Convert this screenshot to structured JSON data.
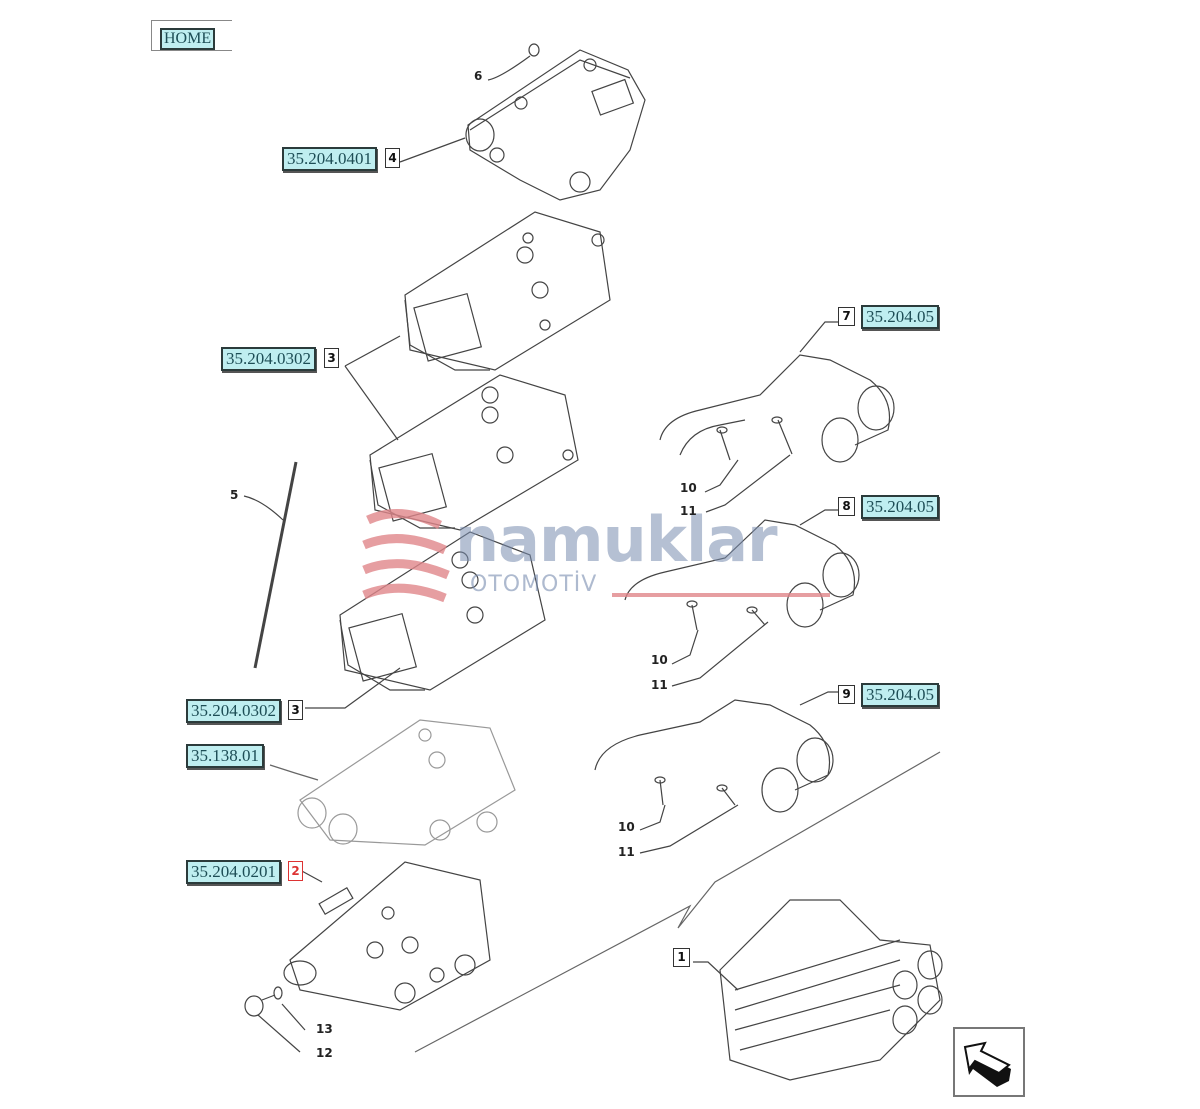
{
  "home_button": {
    "label": "HOME"
  },
  "references": [
    {
      "id": "ref-35-204-0401",
      "code": "35.204.0401",
      "item": "4"
    },
    {
      "id": "ref-35-204-0302-a",
      "code": "35.204.0302",
      "item": "3"
    },
    {
      "id": "ref-35-204-05-7",
      "code": "35.204.05",
      "item": "7"
    },
    {
      "id": "ref-35-204-05-8",
      "code": "35.204.05",
      "item": "8"
    },
    {
      "id": "ref-35-204-0302-b",
      "code": "35.204.0302",
      "item": "3"
    },
    {
      "id": "ref-35-204-05-9",
      "code": "35.204.05",
      "item": "9"
    },
    {
      "id": "ref-35-138-01",
      "code": "35.138.01"
    },
    {
      "id": "ref-35-204-0201",
      "code": "35.204.0201",
      "item": "2"
    }
  ],
  "callouts": {
    "c1": "1",
    "c5": "5",
    "c6": "6",
    "c10a": "10",
    "c11a": "11",
    "c10b": "10",
    "c11b": "11",
    "c10c": "10",
    "c11c": "11",
    "c12": "12",
    "c13": "13"
  },
  "watermark": {
    "brand": "namuklar",
    "sub": "OTOMOTİV",
    "accent": "#e0868a",
    "text_color": "#7f93b3"
  },
  "nav": {
    "icon": "arrow-back-icon"
  },
  "colors": {
    "ref_bg": "#bfeef0",
    "ref_text": "#1d4d55",
    "line": "#333333"
  }
}
